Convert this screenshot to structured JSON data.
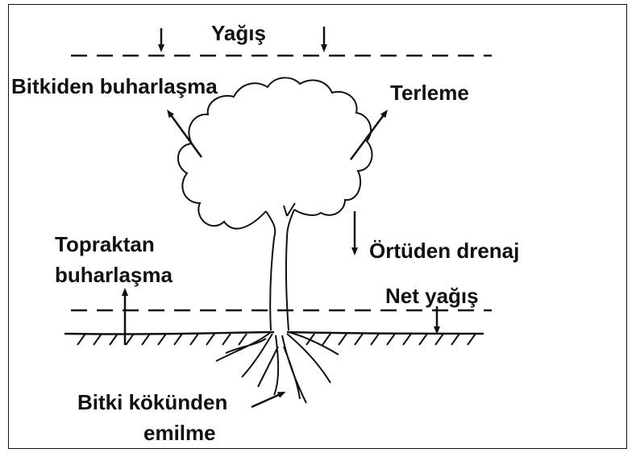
{
  "labels": {
    "precipitation": "Yağış",
    "plant_evaporation": "Bitkiden buharlaşma",
    "transpiration": "Terleme",
    "soil_evaporation_line1": "Topraktan",
    "soil_evaporation_line2": "buharlaşma",
    "canopy_drainage": "Örtüden drenaj",
    "net_precipitation": "Net yağış",
    "root_uptake_line1": "Bitki kökünden",
    "root_uptake_line2": "emilme"
  },
  "colors": {
    "ink": "#111111",
    "background": "#ffffff"
  }
}
